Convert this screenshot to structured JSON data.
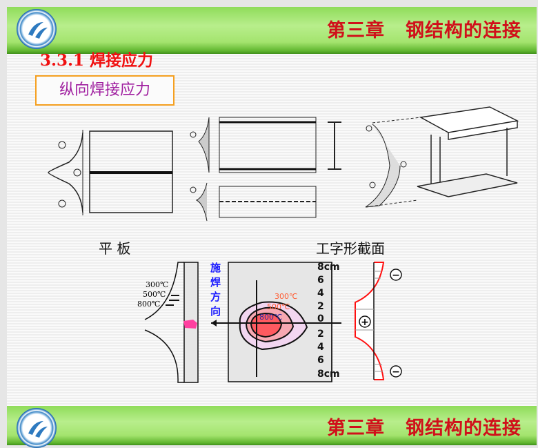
{
  "header": {
    "chapter": "第三章",
    "title": "钢结构的连接"
  },
  "footer": {
    "chapter": "第三章",
    "title": "钢结构的连接"
  },
  "section_heading": "3.3.1  焊接应力",
  "subtopic_box": "纵向焊接应力",
  "labels": {
    "plate": "平 板",
    "i_section": "工字形截面",
    "weld_direction": [
      "施",
      "焊",
      "方",
      "向"
    ]
  },
  "isotherms": [
    "300℃",
    "500℃",
    "800℃"
  ],
  "axis_ticks": [
    "8cm",
    "6",
    "4",
    "2",
    "0",
    "2",
    "4",
    "6",
    "8cm"
  ],
  "signs": {
    "plus": "+",
    "minus": "−"
  },
  "colors": {
    "header_text": "#d0101a",
    "heading": "#f01010",
    "box_border": "#f5a020",
    "box_text": "#a020a0",
    "weld_dir": "#1a1aff",
    "stress_curve": "#ff1010"
  }
}
